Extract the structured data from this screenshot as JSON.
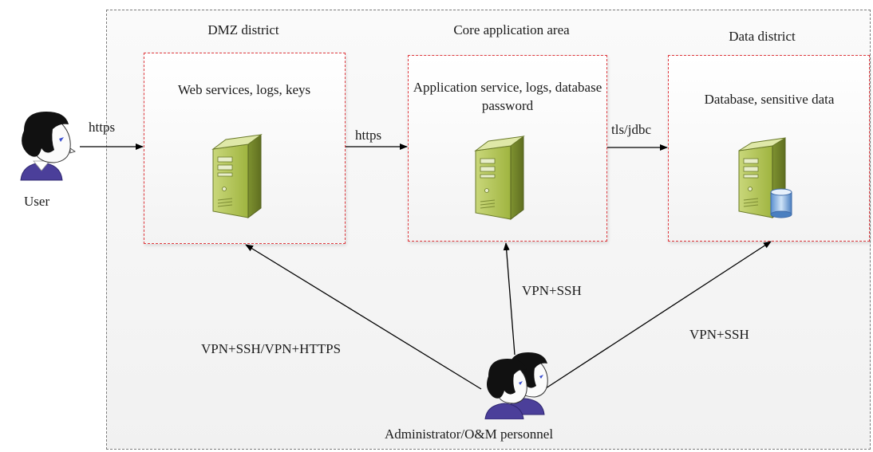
{
  "zones": [
    {
      "title": "DMZ district",
      "description": "Web services, logs, keys",
      "icon": "server-icon"
    },
    {
      "title": "Core application area",
      "description": "Application service, logs, database password",
      "icon": "server-icon"
    },
    {
      "title": "Data district",
      "description": "Database, sensitive data",
      "icon": "database-server-icon"
    }
  ],
  "actors": {
    "user": "User",
    "admin": "Administrator/O&M personnel"
  },
  "edges": {
    "user_to_dmz": "https",
    "dmz_to_core": "https",
    "core_to_data": "tls/jdbc",
    "admin_to_dmz": "VPN+SSH/VPN+HTTPS",
    "admin_to_core": "VPN+SSH",
    "admin_to_data": "VPN+SSH"
  },
  "colors": {
    "zone_border": "#e0393e",
    "outer_border": "#7a7a7a",
    "server_green": "#a9bd4c"
  }
}
